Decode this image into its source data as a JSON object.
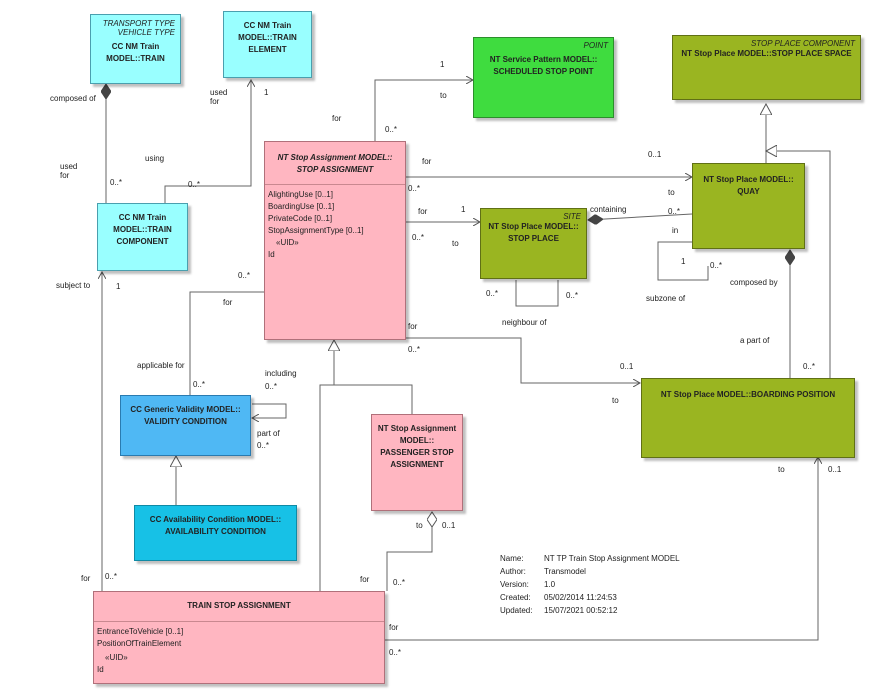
{
  "boxes": {
    "transport_type": {
      "stereotype": "TRANSPORT TYPE\nVEHICLE TYPE",
      "title": "CC NM Train\nMODEL::TRAIN"
    },
    "train_element": {
      "title": "CC NM Train\nMODEL::TRAIN\nELEMENT"
    },
    "train_component": {
      "title": "CC NM Train\nMODEL::TRAIN\nCOMPONENT"
    },
    "scheduled_stop_point": {
      "stereotype": "POINT",
      "title": "NT Service Pattern MODEL::\nSCHEDULED STOP POINT"
    },
    "stop_place_space": {
      "stereotype": "STOP PLACE COMPONENT",
      "title": "NT Stop Place MODEL::STOP PLACE SPACE"
    },
    "stop_assignment": {
      "title": "NT Stop Assignment MODEL::\nSTOP ASSIGNMENT",
      "attributes": [
        "AlightingUse [0..1]",
        "BoardingUse [0..1]",
        "PrivateCode [0..1]",
        "StopAssignmentType [0..1]"
      ],
      "uid": "«UID»",
      "id": "Id"
    },
    "quay": {
      "title": "NT Stop Place MODEL::\nQUAY"
    },
    "stop_place": {
      "stereotype": "SITE",
      "title": "NT Stop Place MODEL::\nSTOP PLACE"
    },
    "boarding_position": {
      "title": "NT Stop Place MODEL::BOARDING POSITION"
    },
    "validity_condition": {
      "title": "CC Generic Validity MODEL::\nVALIDITY CONDITION"
    },
    "availability_condition": {
      "title": "CC Availability Condition MODEL::\nAVAILABILITY CONDITION"
    },
    "passenger_stop_assignment": {
      "title": "NT Stop Assignment\nMODEL::\nPASSENGER STOP\nASSIGNMENT"
    },
    "train_stop_assignment": {
      "title": "TRAIN STOP ASSIGNMENT",
      "attributes": [
        "EntranceToVehicle [0..1]",
        "PositionOfTrainElement"
      ],
      "uid": "«UID»",
      "id": "Id"
    }
  },
  "labels": {
    "composed_of": "composed of",
    "used_for_1": "used\nfor",
    "used_for_2": "used\nfor",
    "one_a": "1",
    "using": "using",
    "zero_many_a": "0..*",
    "zero_many_b": "0..*",
    "for_a": "for",
    "one_b": "1",
    "to_a": "to",
    "zero_many_c": "0..*",
    "for_b": "for",
    "zero_one_a": "0..1",
    "to_b": "to",
    "zero_many_d": "0..*",
    "for_c": "for",
    "one_c": "1",
    "zero_many_e": "0..*",
    "to_c": "to",
    "containing": "containing",
    "zero_many_f": "0..*",
    "in": "in",
    "one_d": "1",
    "zero_many_g": "0..*",
    "subzone_of": "subzone of",
    "composed_by": "composed by",
    "zero_many_h": "0..*",
    "zero_many_i": "0..*",
    "neighbour_of": "neighbour of",
    "subject_to": "subject to",
    "one_e": "1",
    "zero_many_j": "0..*",
    "for_d": "for",
    "applicable_for": "applicable for",
    "zero_many_k": "0..*",
    "including": "including",
    "zero_many_l": "0..*",
    "part_of": "part of",
    "zero_many_m": "0..*",
    "for_e": "for",
    "zero_many_n": "0..*",
    "zero_one_b": "0..1",
    "to_d": "to",
    "a_part_of": "a part of",
    "zero_many_o": "0..*",
    "to_e": "to",
    "zero_one_c": "0..1",
    "to_f": "to",
    "zero_one_d": "0..1",
    "for_f": "for",
    "zero_many_p": "0..*",
    "for_g": "for",
    "zero_many_q": "0..*",
    "for_h": "for",
    "zero_many_r": "0..*"
  },
  "meta": {
    "name_label": "Name:",
    "name": "NT TP Train Stop Assignment MODEL",
    "author_label": "Author:",
    "author": "Transmodel",
    "version_label": "Version:",
    "version": "1.0",
    "created_label": "Created:",
    "created": "05/02/2014 11:24:53",
    "updated_label": "Updated:",
    "updated": "15/07/2021 00:52:12"
  }
}
